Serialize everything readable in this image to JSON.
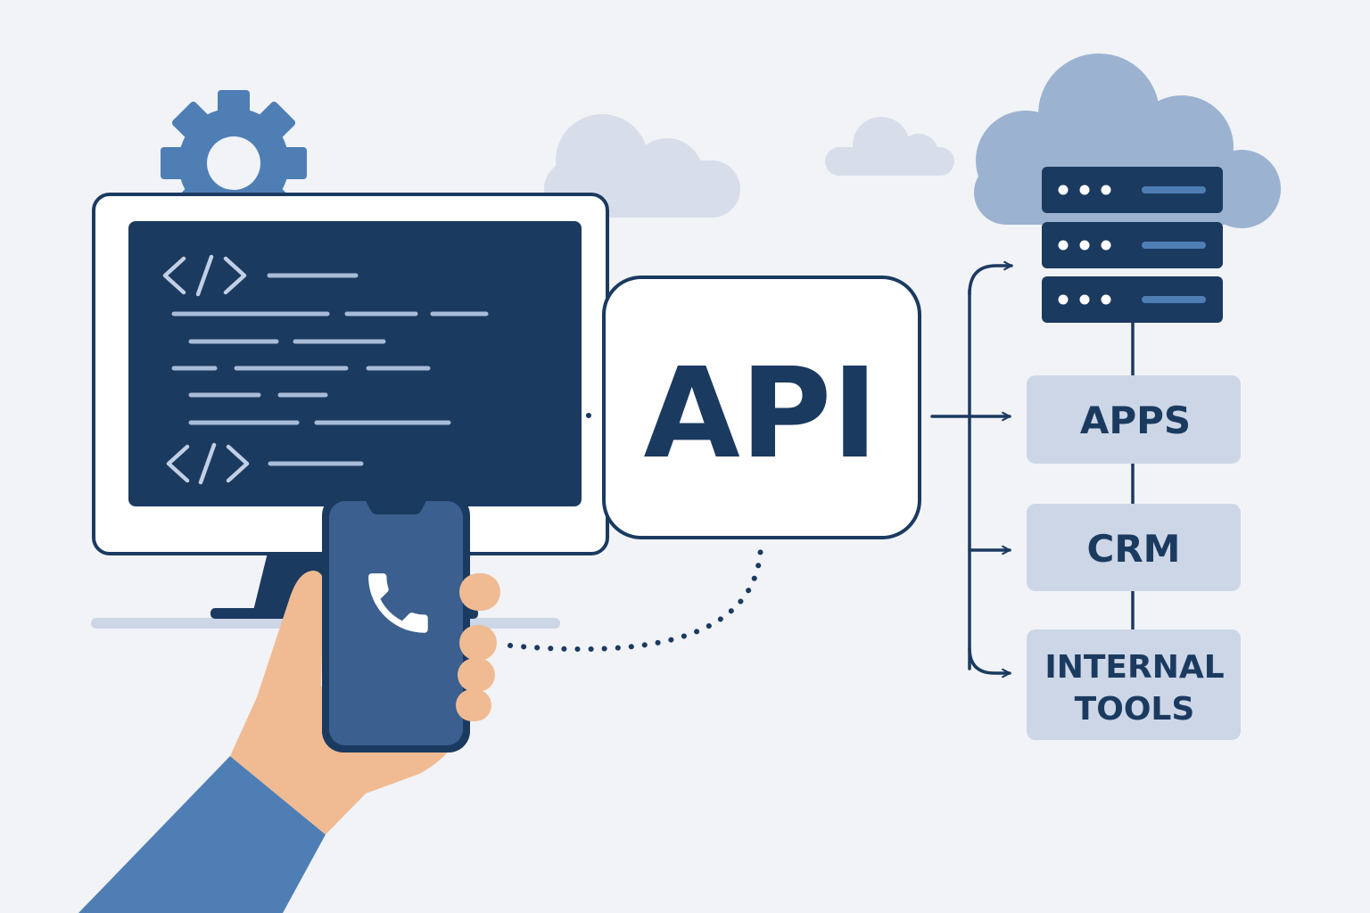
{
  "api_label": "API",
  "targets": [
    {
      "lines": [
        "APPS"
      ]
    },
    {
      "lines": [
        "CRM"
      ]
    },
    {
      "lines": [
        "INTERNAL",
        "TOOLS"
      ]
    }
  ],
  "icons": {
    "gear": "gear-icon",
    "phone": "phone-icon",
    "server": "server-icon",
    "cloud": "cloud-icon",
    "code": "code-icon"
  },
  "colors": {
    "background": "#f1f3f7",
    "navy": "#1b3a60",
    "accent_blue": "#4f7eb5",
    "light_blue": "#cdd6e6",
    "cloud_blue": "#9cb2d1",
    "skin": "#f0bb93"
  }
}
